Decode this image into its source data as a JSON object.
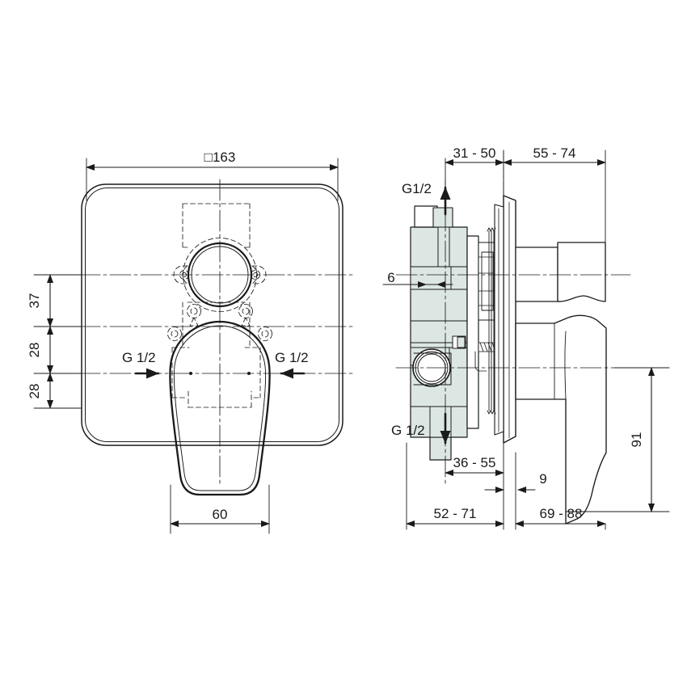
{
  "drawing": {
    "title": "Concealed single-lever bath/shower mixer — dimensional drawing",
    "line_color": "#1a1a1a",
    "section_fill": "#dce7e3",
    "background": "#ffffff"
  },
  "front_view": {
    "name": "front-elevation",
    "plate_width_label": "□163",
    "lever_width_label": "60",
    "vertical_dims": [
      {
        "id": "v37",
        "label": "37"
      },
      {
        "id": "v28a",
        "label": "28"
      },
      {
        "id": "v28b",
        "label": "28"
      }
    ],
    "port_labels": [
      {
        "id": "inlet-left",
        "label": "G 1/2"
      },
      {
        "id": "inlet-right",
        "label": "G 1/2"
      }
    ]
  },
  "side_view": {
    "name": "side-section-view",
    "top_dims": [
      {
        "id": "d31-50",
        "label": "31 - 50"
      },
      {
        "id": "d55-74",
        "label": "55 - 74"
      }
    ],
    "bottom_dims": [
      {
        "id": "d36-55",
        "label": "36 - 55"
      },
      {
        "id": "d9",
        "label": "9"
      },
      {
        "id": "d52-71",
        "label": "52 - 71"
      },
      {
        "id": "d69-88",
        "label": "69 - 88"
      }
    ],
    "inner_dims": [
      {
        "id": "d6",
        "label": "6"
      }
    ],
    "right_dims": [
      {
        "id": "d91",
        "label": "91"
      }
    ],
    "port_labels": [
      {
        "id": "outlet-top",
        "label": "G1/2"
      },
      {
        "id": "outlet-bottom",
        "label": "G 1/2"
      }
    ]
  }
}
